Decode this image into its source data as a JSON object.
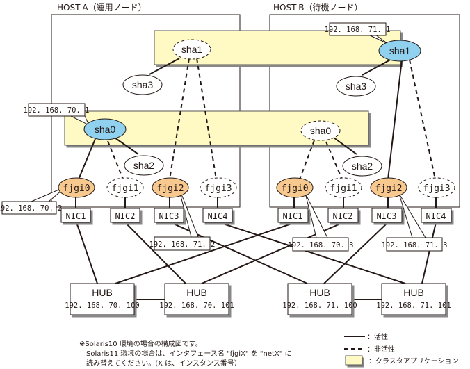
{
  "hosts": [
    {
      "id": "host-a",
      "title": "HOST-A（運用ノード）"
    },
    {
      "id": "host-b",
      "title": "HOST-B（待機ノード）"
    }
  ],
  "colors": {
    "cluster_app": "#fff9c4",
    "active_sha": "#8fd1ef",
    "active_fjgi": "#f7c98f",
    "line": "#231815"
  },
  "host_a": {
    "sha1": {
      "label": "sha1",
      "state": "inactive"
    },
    "sha3": {
      "label": "sha3"
    },
    "sha0": {
      "label": "sha0",
      "state": "active",
      "ip": "192. 168. 70. 1"
    },
    "sha2": {
      "label": "sha2"
    },
    "fjgi": [
      {
        "label": "fjgi0",
        "state": "active",
        "ip": "192. 168. 70. 2"
      },
      {
        "label": "fjgi1",
        "state": "inactive"
      },
      {
        "label": "fjgi2",
        "state": "active",
        "ip": "192. 168. 71. 2"
      },
      {
        "label": "fjgi3",
        "state": "inactive"
      }
    ],
    "nics": [
      "NIC1",
      "NIC2",
      "NIC3",
      "NIC4"
    ]
  },
  "host_b": {
    "sha1": {
      "label": "sha1",
      "state": "active",
      "ip": "192. 168. 71. 1"
    },
    "sha3": {
      "label": "sha3"
    },
    "sha0": {
      "label": "sha0",
      "state": "inactive"
    },
    "sha2": {
      "label": "sha2"
    },
    "fjgi": [
      {
        "label": "fjgi0",
        "state": "active",
        "ip": "192. 168. 70. 3"
      },
      {
        "label": "fjgi1",
        "state": "inactive"
      },
      {
        "label": "fjgi2",
        "state": "active",
        "ip": "192. 168. 71. 3"
      },
      {
        "label": "fjgi3",
        "state": "inactive"
      }
    ],
    "nics": [
      "NIC1",
      "NIC2",
      "NIC3",
      "NIC4"
    ]
  },
  "hubs": [
    {
      "label": "HUB",
      "ip": "192. 168. 70. 100"
    },
    {
      "label": "HUB",
      "ip": "192. 168. 70. 101"
    },
    {
      "label": "HUB",
      "ip": "192. 168. 71. 100"
    },
    {
      "label": "HUB",
      "ip": "192. 168. 71. 101"
    }
  ],
  "note": {
    "line1": "※Solaris10 環境の場合の構成図です。",
    "line2": "Solaris11 環境の場合は、インタフェース名 \"fjgiX\" を \"netX\" に",
    "line3": "読み替えてください。(X は、インスタンス番号）"
  },
  "legend": {
    "active": "：活性",
    "inactive": "：非活性",
    "cluster_app": "：クラスタアプリケーション"
  }
}
